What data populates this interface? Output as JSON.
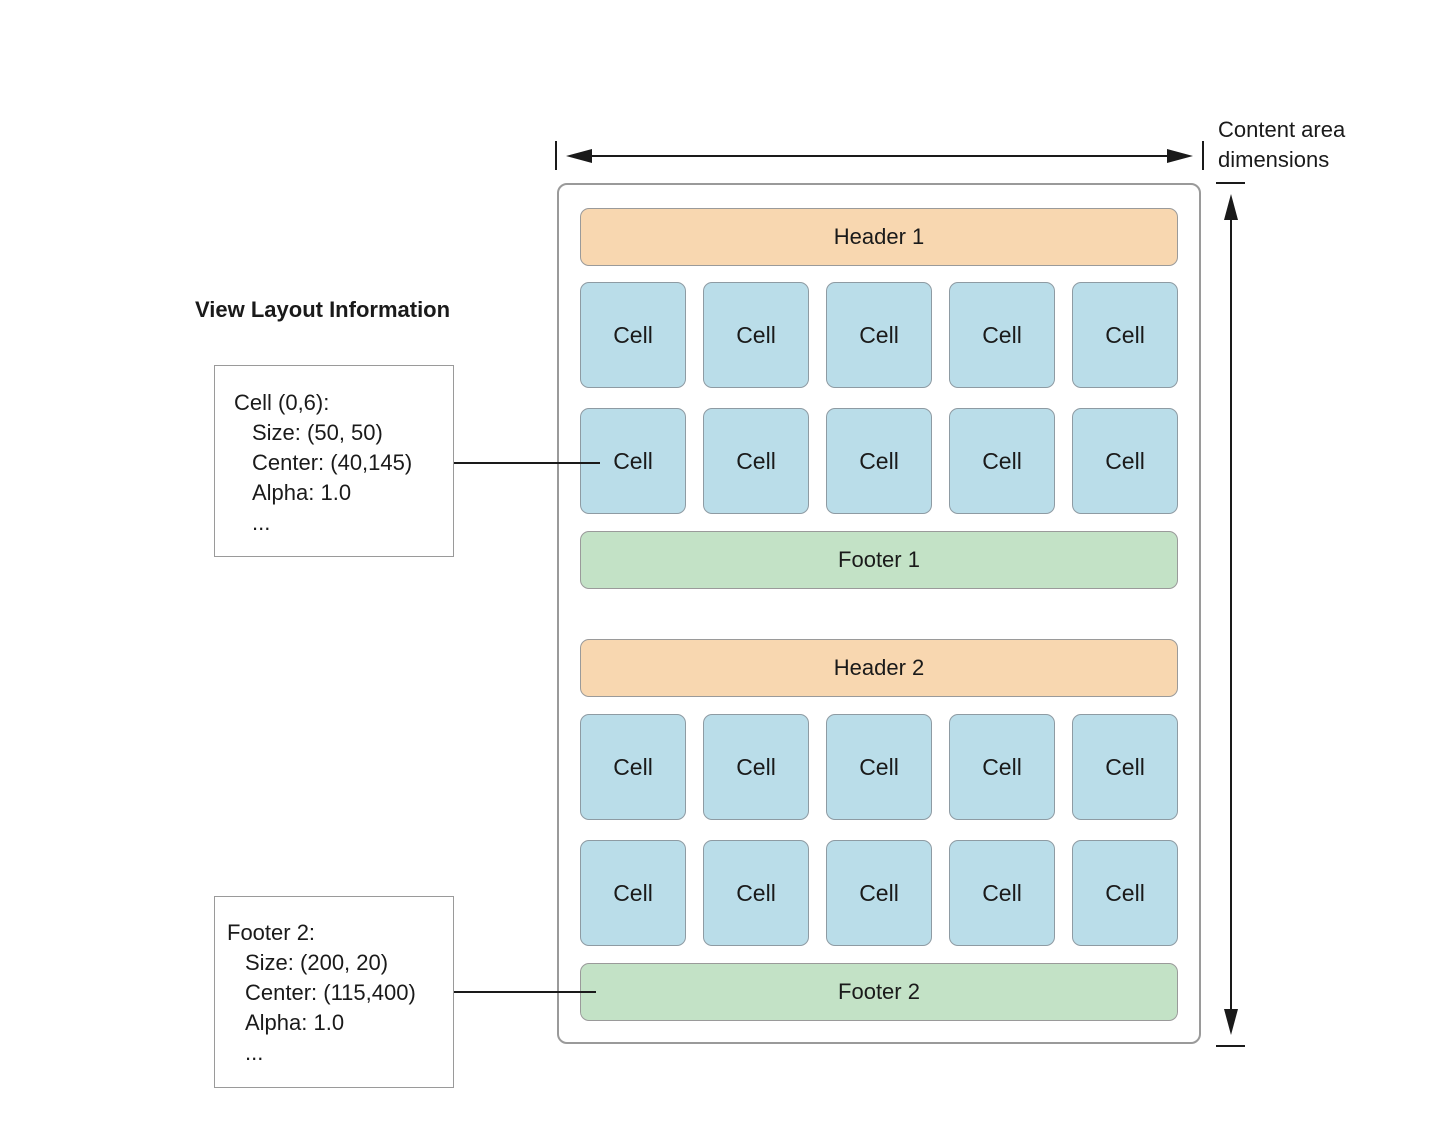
{
  "title": "View Layout Information",
  "dimension_label": [
    "Content area",
    "dimensions"
  ],
  "sections": [
    {
      "header": "Header 1",
      "rows": [
        [
          "Cell",
          "Cell",
          "Cell",
          "Cell",
          "Cell"
        ],
        [
          "Cell",
          "Cell",
          "Cell",
          "Cell",
          "Cell"
        ]
      ],
      "footer": "Footer 1"
    },
    {
      "header": "Header 2",
      "rows": [
        [
          "Cell",
          "Cell",
          "Cell",
          "Cell",
          "Cell"
        ],
        [
          "Cell",
          "Cell",
          "Cell",
          "Cell",
          "Cell"
        ]
      ],
      "footer": "Footer 2"
    }
  ],
  "info_boxes": [
    {
      "lines": [
        "Cell (0,6):",
        "Size: (50, 50)",
        "Center: (40,145)",
        "Alpha: 1.0",
        "..."
      ]
    },
    {
      "lines": [
        "Footer 2:",
        "Size: (200, 20)",
        "Center: (115,400)",
        "Alpha: 1.0",
        "..."
      ]
    }
  ],
  "colors": {
    "header": "#f8d7b0",
    "cell": "#badde9",
    "footer": "#c3e2c6",
    "border": "#9a9a9a"
  }
}
